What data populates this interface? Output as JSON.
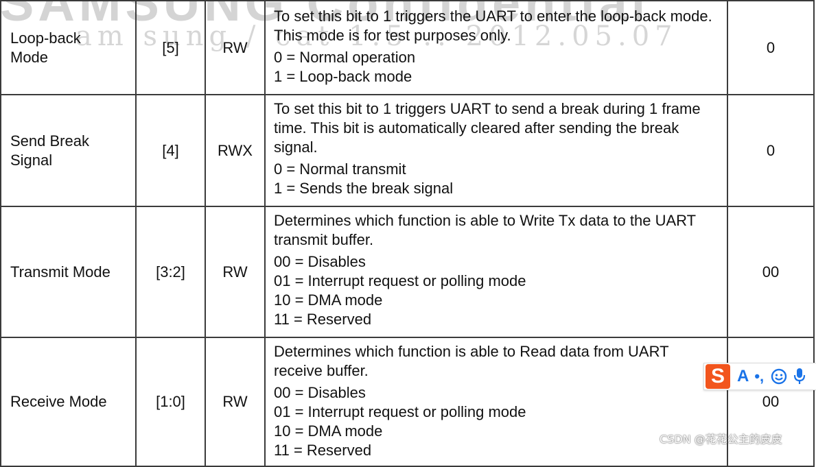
{
  "watermark": {
    "top_text": "SAMSUNG Confidential",
    "line_text": "am sung / cat 1.5 .. 2012.05.07"
  },
  "rows": [
    {
      "name": "Loop-back Mode",
      "bit": "[5]",
      "type": "RW",
      "desc": [
        "To set this bit to 1 triggers the UART to enter the loop-back mode. This mode is for test purposes only."
      ],
      "options": [
        "0 = Normal operation",
        "1 = Loop-back mode"
      ],
      "reset": "0"
    },
    {
      "name": "Send Break Signal",
      "bit": "[4]",
      "type": "RWX",
      "desc": [
        "To set this bit to 1 triggers UART to send a break during 1 frame time. This bit is automatically cleared after sending the break signal."
      ],
      "options": [
        "0 = Normal transmit",
        "1 = Sends the break signal"
      ],
      "reset": "0"
    },
    {
      "name": "Transmit Mode",
      "bit": "[3:2]",
      "type": "RW",
      "desc": [
        "Determines which function is able to Write Tx data to the UART transmit buffer."
      ],
      "options": [
        "00 = Disables",
        "01 = Interrupt request or polling mode",
        "10 = DMA mode",
        "11 = Reserved"
      ],
      "reset": "00"
    },
    {
      "name": "Receive Mode",
      "bit": "[1:0]",
      "type": "RW",
      "desc": [
        "Determines which function is able to Read data from UART receive buffer."
      ],
      "options": [
        "00 = Disables",
        "01 = Interrupt request or polling mode",
        "10 = DMA mode",
        "11 = Reserved"
      ],
      "reset": "00"
    }
  ],
  "ime_toolbar": {
    "logo": "S",
    "mode": "A",
    "punct": "•,",
    "icons": [
      "smile-icon",
      "microphone-icon"
    ],
    "accent": "#1a73e8",
    "logo_color": "#f2551d"
  },
  "csdn_watermark": "CSDN @花花公主的皮皮"
}
